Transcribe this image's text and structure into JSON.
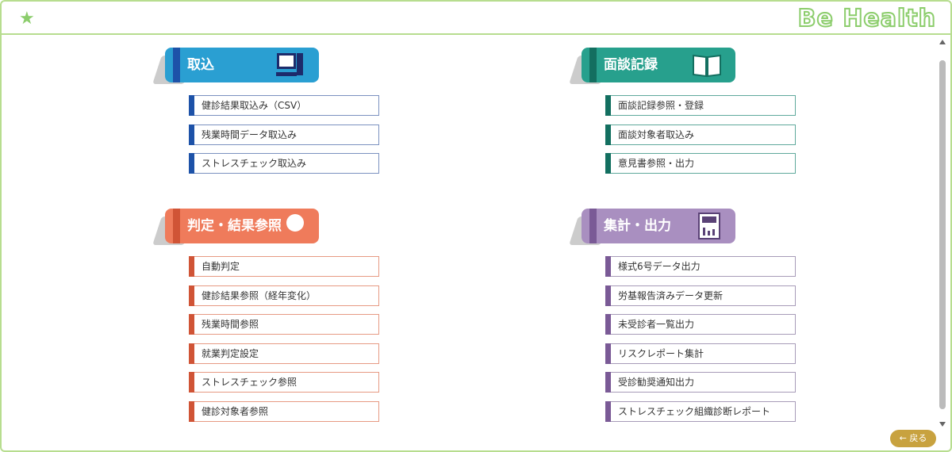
{
  "header": {
    "logo_text": "Be Health"
  },
  "colors": {
    "blue": "#1f6fb8",
    "teal": "#1c8f7b",
    "orange": "#e8704f",
    "purple": "#8b6aa6",
    "green": "#8ccd6c",
    "gold": "#c8a23f"
  },
  "sections": [
    {
      "title": "取込",
      "icon": "computer-icon",
      "items": [
        "健診結果取込み（CSV）",
        "残業時間データ取込み",
        "ストレスチェック取込み"
      ]
    },
    {
      "title": "面談記録",
      "icon": "book-icon",
      "items": [
        "面談記録参照・登録",
        "面談対象者取込み",
        "意見書参照・出力"
      ]
    },
    {
      "title": "判定・結果参照",
      "icon": "circle-icon",
      "items": [
        "自動判定",
        "健診結果参照（経年変化）",
        "残業時間参照",
        "就業判定設定",
        "ストレスチェック参照",
        "健診対象者参照"
      ]
    },
    {
      "title": "集計・出力",
      "icon": "calculator-icon",
      "items": [
        "様式6号データ出力",
        "労基報告済みデータ更新",
        "未受診者一覧出力",
        "リスクレポート集計",
        "受診勧奨通知出力",
        "ストレスチェック組織診断レポート"
      ]
    }
  ],
  "footer": {
    "back_label": "← 戻る"
  }
}
